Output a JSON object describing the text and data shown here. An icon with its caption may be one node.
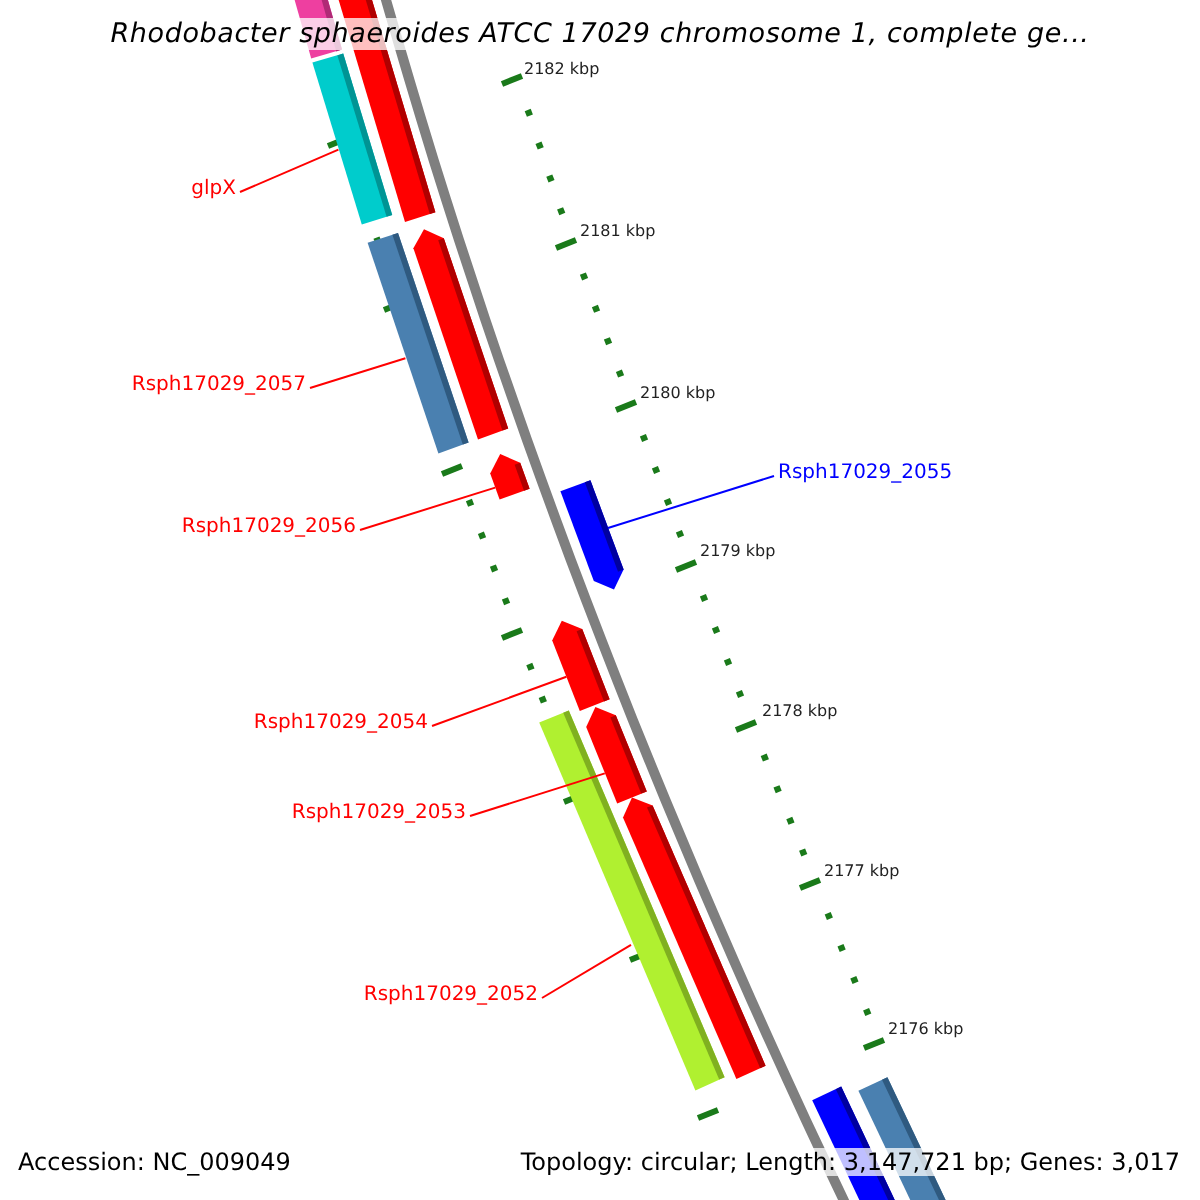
{
  "diagram": {
    "title": "Rhodobacter sphaeroides ATCC 17029 chromosome 1, complete ge...",
    "nodes": [
      {
        "text": [
          "glpX"
        ]
      },
      {
        "text": [],
        "shape": "bar"
      },
      {
        "text": [
          "Rsph17029_2057"
        ]
      },
      {
        "text": [],
        "shape": "bar"
      },
      {
        "text": [
          "Rsph17029_2056"
        ]
      },
      {
        "text": [],
        "shape": "bar"
      },
      {
        "text": [
          "Rsph17029_2055"
        ]
      },
      {
        "text": [],
        "shape": "bar"
      },
      {
        "text": [
          "Rsph17029_2054"
        ]
      },
      {
        "text": [],
        "shape": "bar"
      },
      {
        "text": [
          "Rsph17029_2053"
        ]
      },
      {
        "text": [],
        "shape": "bar"
      },
      {
        "text": [
          "Rsph17029_2052"
        ]
      },
      {
        "text": [],
        "shape": "bar"
      }
    ],
    "edges": [
      {
        "from": 0,
        "to": 1,
        "arrow": "none"
      },
      {
        "from": 2,
        "to": 3,
        "arrow": "none"
      },
      {
        "from": 4,
        "to": 5,
        "arrow": "none"
      },
      {
        "from": 6,
        "to": 7,
        "arrow": "none",
        "color": "#0000ff"
      },
      {
        "from": 8,
        "to": 9,
        "arrow": "none"
      },
      {
        "from": 10,
        "to": 11,
        "arrow": "none"
      },
      {
        "from": 12,
        "to": 13,
        "arrow": "none"
      }
    ],
    "labels": [
      "2182 kbp",
      "2181 kbp",
      "2180 kbp",
      "2179 kbp",
      "2178 kbp",
      "2177 kbp",
      "2176 kbp",
      "Accession: NC_009049",
      "Topology: circular; Length: 3,147,721 bp; Genes: 3,017"
    ]
  }
}
